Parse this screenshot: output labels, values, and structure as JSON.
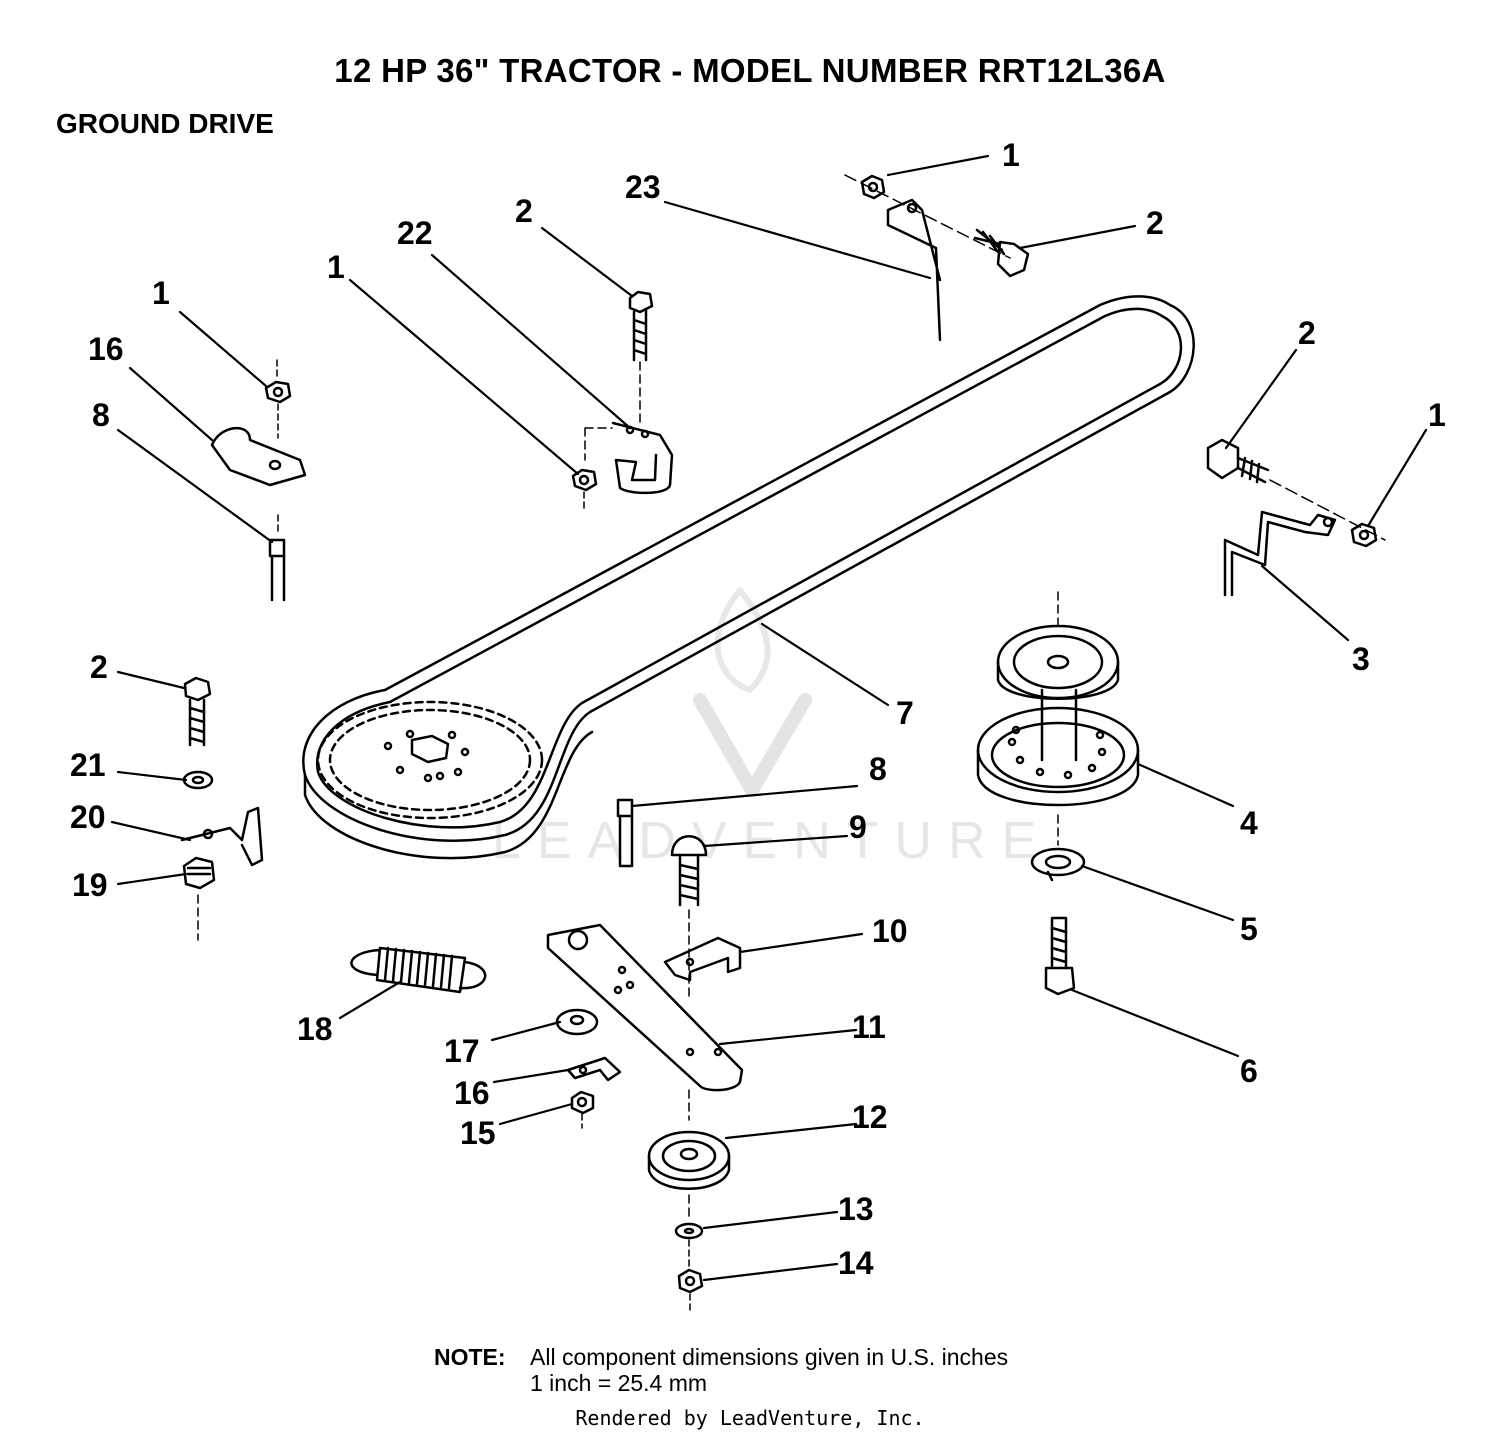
{
  "header": {
    "title": "12 HP 36\" TRACTOR  - MODEL NUMBER RRT12L36A",
    "subtitle": "GROUND DRIVE"
  },
  "callouts": [
    "1",
    "23",
    "2",
    "2",
    "22",
    "1",
    "1",
    "16",
    "8",
    "2",
    "1",
    "7",
    "3",
    "2",
    "21",
    "20",
    "19",
    "8",
    "9",
    "4",
    "10",
    "5",
    "18",
    "11",
    "17",
    "16",
    "15",
    "6",
    "12",
    "13",
    "14"
  ],
  "watermark": "LEADVENTURE",
  "note": {
    "label": "NOTE:",
    "line1": "All component dimensions given in U.S. inches",
    "line2": "1 inch = 25.4 mm"
  },
  "footer": {
    "rendered_by": "Rendered by LeadVenture, Inc."
  }
}
